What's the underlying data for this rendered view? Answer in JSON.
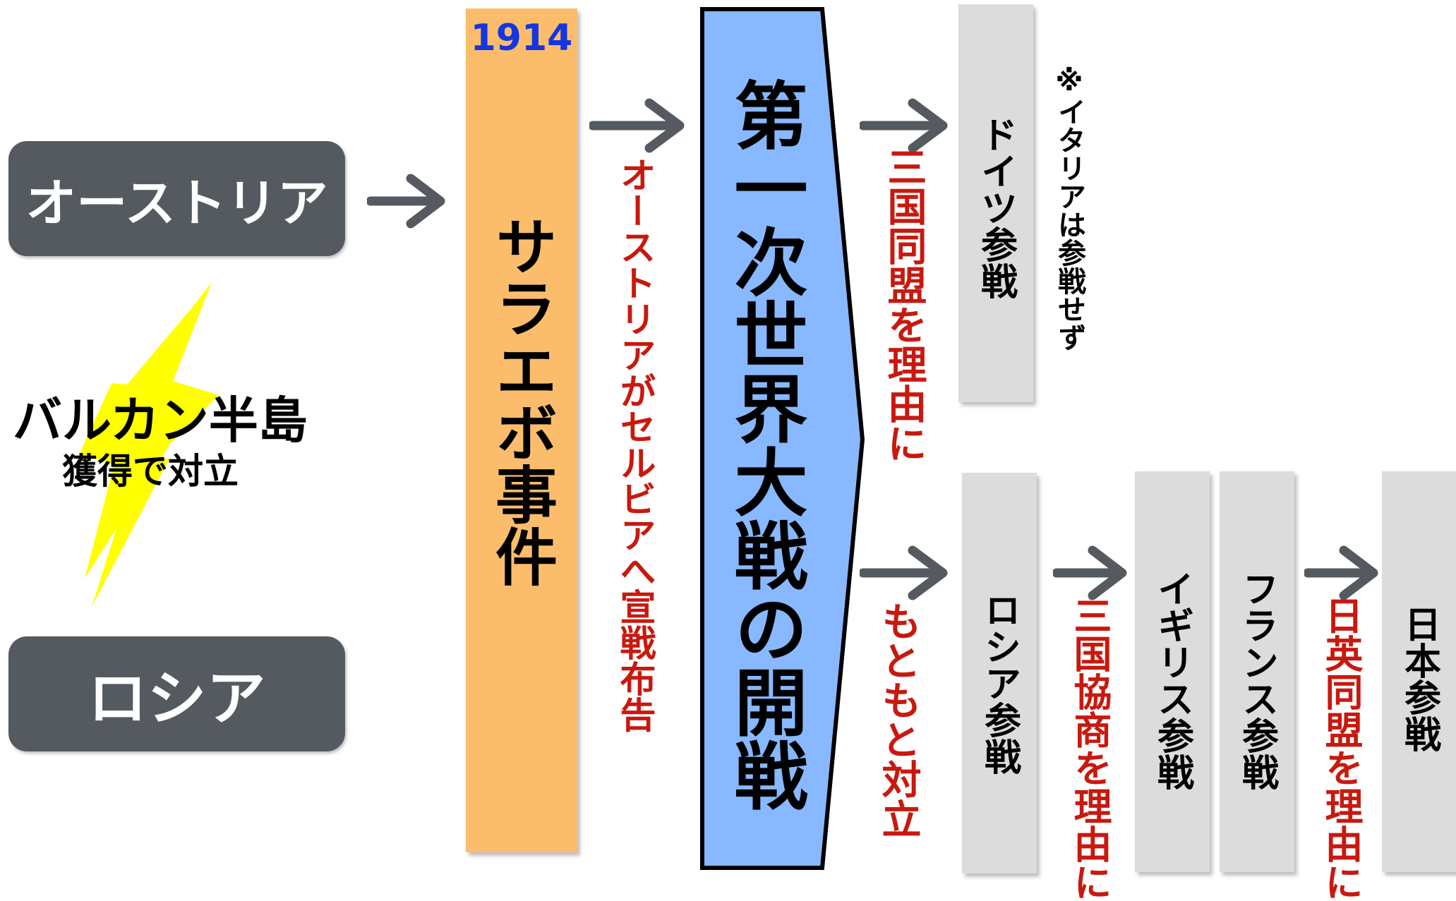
{
  "left": {
    "austria": "オーストリア",
    "russia": "ロシア",
    "balkan": "バルカン半島",
    "balkan_sub": "獲得で対立"
  },
  "sarajevo": {
    "year": "1914",
    "label": "サラエボ事件"
  },
  "declaration": "オーストリアがセルビアへ宣戦布告",
  "war": {
    "label": "第一次世界大戦の開戦"
  },
  "top": {
    "reason": "三国同盟を理由に",
    "germany": "ドイツ参戦",
    "note": "※イタリアは参戦せず"
  },
  "bottom": {
    "reason1": "もともと対立",
    "russia": "ロシア参戦",
    "reason2": "三国協商を理由に",
    "britain": "イギリス参戦",
    "france": "フランス参戦",
    "reason3": "日英同盟を理由に",
    "japan": "日本参戦"
  },
  "colors": {
    "pill": "#545a60",
    "sarajevo": "#fbbd6b",
    "war": "#88b8ff",
    "gray_box": "#dcdcdc",
    "arrow": "#545a60",
    "red_text": "#c8190f",
    "year": "#1436e0",
    "lightning": "#ffff00"
  }
}
